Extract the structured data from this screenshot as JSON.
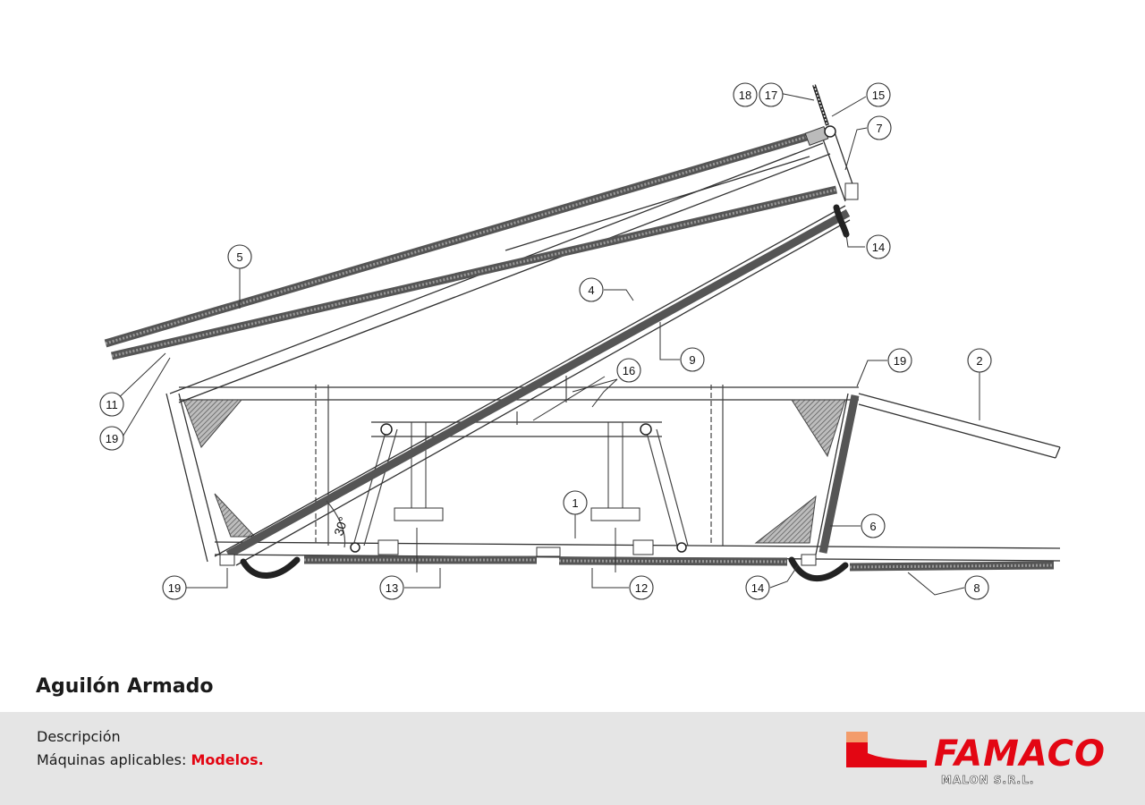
{
  "title": "Aguilón Armado",
  "footer": {
    "description_label": "Descripción",
    "machines_label": "Máquinas aplicables:",
    "machines_value": "Modelos."
  },
  "logo": {
    "brand": "FAMACO",
    "sub": "MALON S.R.L.",
    "colors": {
      "red": "#e30613",
      "orange": "#f39c6b"
    }
  },
  "diagram": {
    "angle_label": "30°",
    "callouts": [
      "1",
      "2",
      "4",
      "5",
      "6",
      "7",
      "8",
      "9",
      "11",
      "12",
      "13",
      "14",
      "14",
      "15",
      "16",
      "17",
      "18",
      "19",
      "19",
      "19"
    ]
  }
}
